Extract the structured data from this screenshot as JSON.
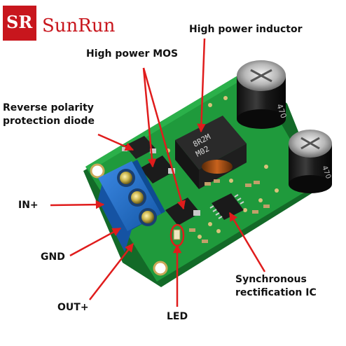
{
  "brand": {
    "name": "SunRun",
    "logo_letters": "SR",
    "color": "#c8161d"
  },
  "labels": {
    "inductor": "High power inductor",
    "mos": "High power MOS",
    "diode_line1": "Reverse polarity",
    "diode_line2": "protection diode",
    "in_plus": "IN+",
    "gnd": "GND",
    "out_plus": "OUT+",
    "led": "LED",
    "sync_line1": "Synchronous",
    "sync_line2": "rectification IC"
  },
  "component_markings": {
    "inductor_line1": "8R2M",
    "inductor_line2": "M02",
    "capacitor_top": "470",
    "capacitor_bottom": "470"
  },
  "colors": {
    "pcb": "#1f9a3c",
    "terminal": "#1f6fc9",
    "arrow": "#e01c1c"
  }
}
